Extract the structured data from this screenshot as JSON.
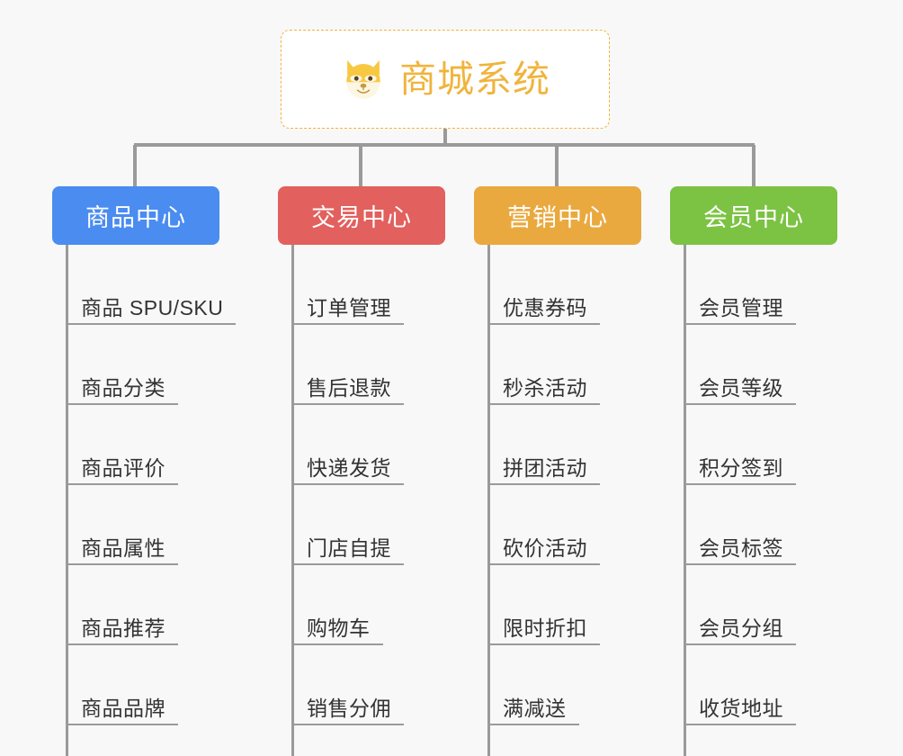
{
  "page": {
    "background_color": "#f8f8f8",
    "line_color": "#9a9a9a",
    "text_color": "#333333"
  },
  "root": {
    "title": "商城系统",
    "emoji_name": "shiba-dog-face-emoji",
    "accent_color": "#f0b43c",
    "border_style": "dashed",
    "fill_color": "#ffffff"
  },
  "columns": [
    {
      "id": "product-center",
      "header": "商品中心",
      "color": "#4a8cf0",
      "items": [
        "商品 SPU/SKU",
        "商品分类",
        "商品评价",
        "商品属性",
        "商品推荐",
        "商品品牌"
      ]
    },
    {
      "id": "trade-center",
      "header": "交易中心",
      "color": "#e2605d",
      "items": [
        "订单管理",
        "售后退款",
        "快递发货",
        "门店自提",
        "购物车",
        "销售分佣"
      ]
    },
    {
      "id": "marketing-center",
      "header": "营销中心",
      "color": "#eaa93f",
      "items": [
        "优惠券码",
        "秒杀活动",
        "拼团活动",
        "砍价活动",
        "限时折扣",
        "满减送"
      ]
    },
    {
      "id": "member-center",
      "header": "会员中心",
      "color": "#7cc243",
      "items": [
        "会员管理",
        "会员等级",
        "积分签到",
        "会员标签",
        "会员分组",
        "收货地址"
      ]
    }
  ]
}
